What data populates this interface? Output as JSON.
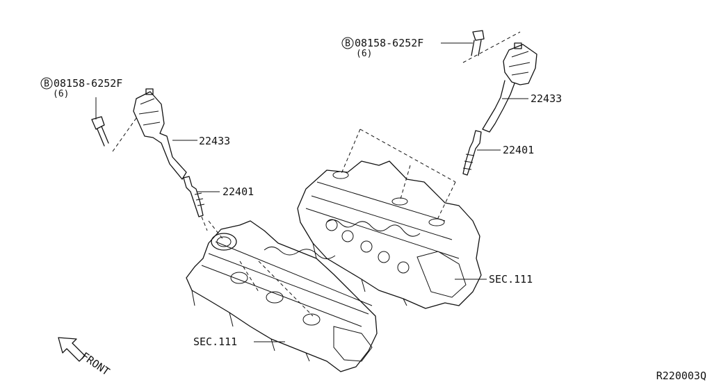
{
  "labels": {
    "bolt_left_part": "08158-6252F",
    "bolt_left_qty": "(6)",
    "bolt_right_part": "08158-6252F",
    "bolt_right_qty": "(6)",
    "coil_left": "22433",
    "coil_right": "22433",
    "plug_left": "22401",
    "plug_right": "22401",
    "sec_left": "SEC.111",
    "sec_right": "SEC.111",
    "front": "FRONT",
    "ref_code": "R220003Q",
    "bolt_marker": "B"
  }
}
